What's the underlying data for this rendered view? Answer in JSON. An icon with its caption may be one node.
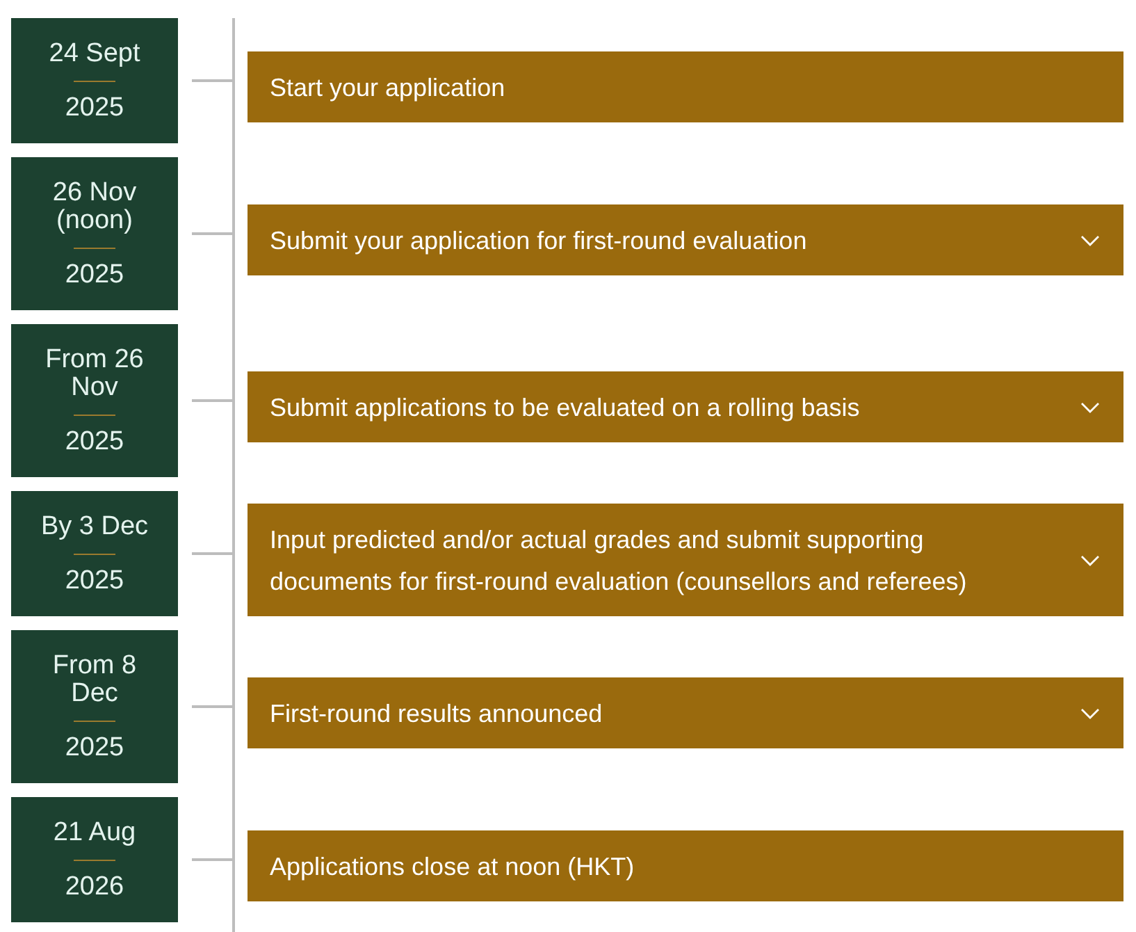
{
  "diagram": {
    "nodes": [
      {
        "text": [
          "24 Sept",
          "2025"
        ]
      },
      {
        "text": [
          "Start your application"
        ]
      },
      {
        "text": [
          "26 Nov (noon)",
          "2025"
        ]
      },
      {
        "text": [
          "Submit your application for first-round evaluation"
        ]
      },
      {
        "text": [
          "From 26 Nov",
          "2025"
        ]
      },
      {
        "text": [
          "Submit applications to be evaluated on a rolling basis"
        ]
      },
      {
        "text": [
          "By 3 Dec",
          "2025"
        ]
      },
      {
        "text": [
          "Input predicted and/or actual grades and submit supporting documents for first-round evaluation (counsellors and referees)"
        ]
      },
      {
        "text": [
          "From 8 Dec",
          "2025"
        ]
      },
      {
        "text": [
          "First-round results announced"
        ]
      },
      {
        "text": [
          "21 Aug",
          "2026"
        ]
      },
      {
        "text": [
          "Applications close at noon (HKT)"
        ]
      }
    ]
  }
}
